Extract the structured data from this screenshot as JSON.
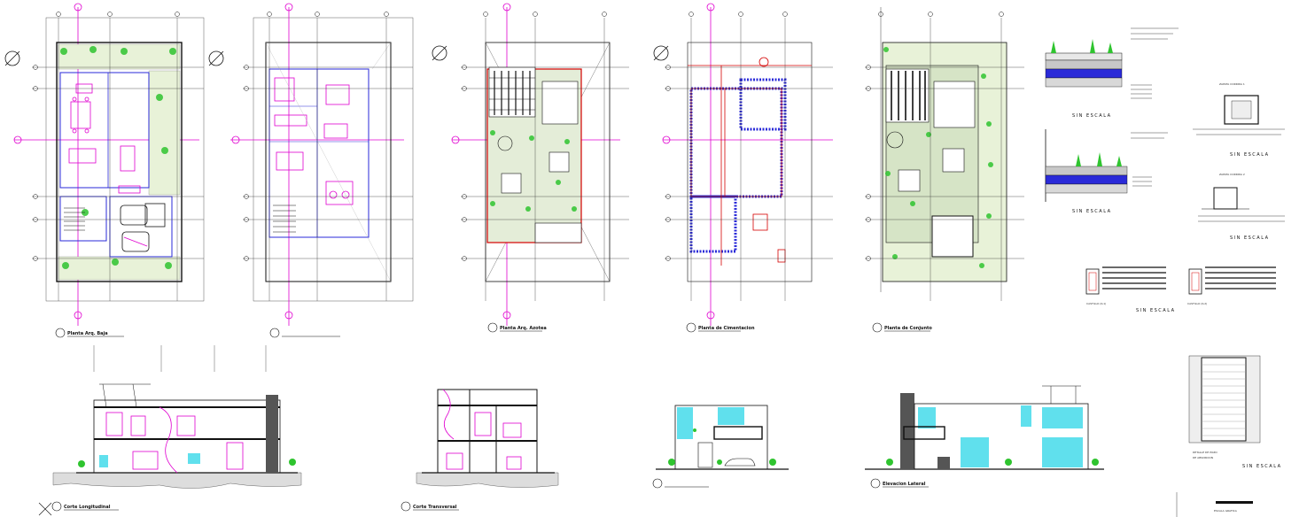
{
  "plans": [
    {
      "id": "planta-arq-baja",
      "caption": "Planta Arq. Baja"
    },
    {
      "id": "planta-arq-alta",
      "caption": ""
    },
    {
      "id": "planta-arq-azotea",
      "caption": "Planta Arq. Azotea"
    },
    {
      "id": "planta-cimentacion",
      "caption": "Planta de Cimentacion"
    },
    {
      "id": "planta-conjunto",
      "caption": "Planta de Conjunto"
    }
  ],
  "sections": [
    {
      "id": "corte-longitudinal",
      "caption": "Corte Longitudinal"
    },
    {
      "id": "corte-transversal",
      "caption": "Corte Transversal"
    },
    {
      "id": "fachada-principal",
      "caption": ""
    },
    {
      "id": "fachada-lateral",
      "caption": "Elevacion Lateral"
    }
  ],
  "details": {
    "sin_escala": "SIN ESCALA",
    "castillo_1": "CASTILLO (K-1)",
    "castillo_2": "CASTILLO (K-2)",
    "zapata_1": "ZAPATA CORRIDA 1",
    "zapata_2": "ZAPATA CORRIDA 2",
    "pozo_title": "DETALLE DE POZO",
    "pozo_sub": "DE ABSORCION",
    "escala_grafica": "ESCALA GRAFICA"
  },
  "colors": {
    "line": "#1a1a1a",
    "magenta": "#e000d0",
    "red": "#d40000",
    "blue": "#2a2ad8",
    "green": "#2fc42f",
    "cyan": "#38d8e8",
    "hatch": "#9a9a9a"
  }
}
